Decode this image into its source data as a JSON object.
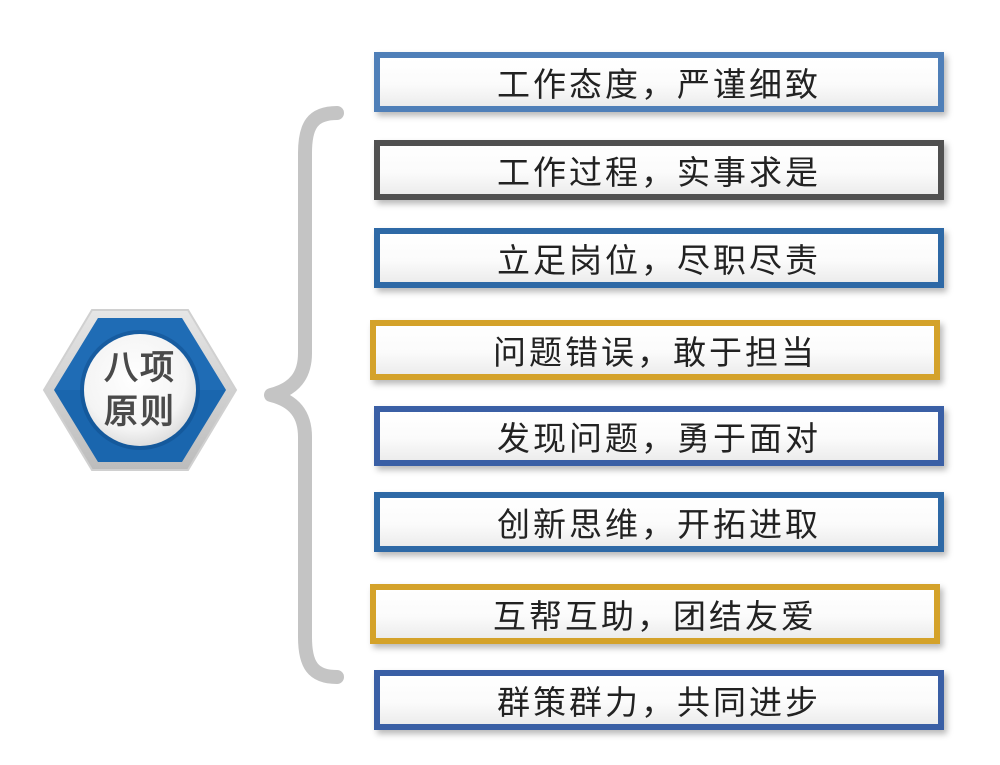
{
  "hub": {
    "line1": "八项",
    "line2": "原则",
    "colors": {
      "ring": "#1a66ae",
      "ring_dark": "#0f4f8d",
      "hex_outer": "#cfcfcf",
      "hub_text": "#4a4a4a"
    }
  },
  "brace_color": "#c4c4c4",
  "items": [
    {
      "label": "工作态度，严谨细致",
      "border": "#4f7fb8"
    },
    {
      "label": "工作过程，实事求是",
      "border": "#505050"
    },
    {
      "label": "立足岗位，尽职尽责",
      "border": "#2e69a6"
    },
    {
      "label": "问题错误，敢于担当",
      "border": "#d4a22a"
    },
    {
      "label": "发现问题，勇于面对",
      "border": "#3a5fa5"
    },
    {
      "label": "创新思维，开拓进取",
      "border": "#2e69a6"
    },
    {
      "label": "互帮互助，团结友爱",
      "border": "#d4a22a"
    },
    {
      "label": "群策群力，共同进步",
      "border": "#3a5fa5"
    }
  ]
}
